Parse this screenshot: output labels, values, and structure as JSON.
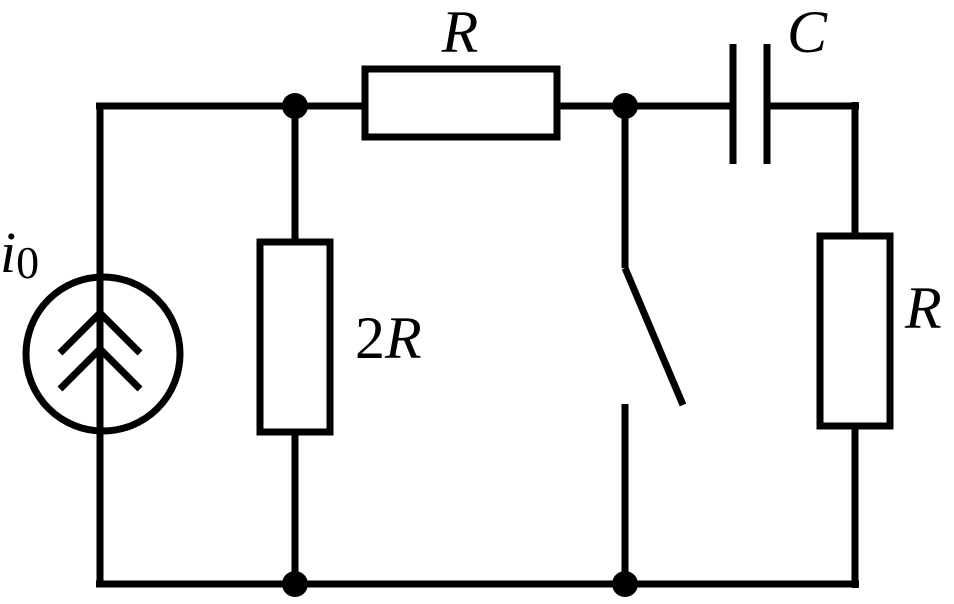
{
  "circuit": {
    "labels": {
      "source_letter": "i",
      "source_subscript": "0",
      "top_resistor": "R",
      "left_resistor_coeff": "2",
      "left_resistor_letter": "R",
      "capacitor": "C",
      "right_resistor": "R"
    },
    "colors": {
      "stroke": "#000000",
      "background": "#ffffff"
    }
  }
}
